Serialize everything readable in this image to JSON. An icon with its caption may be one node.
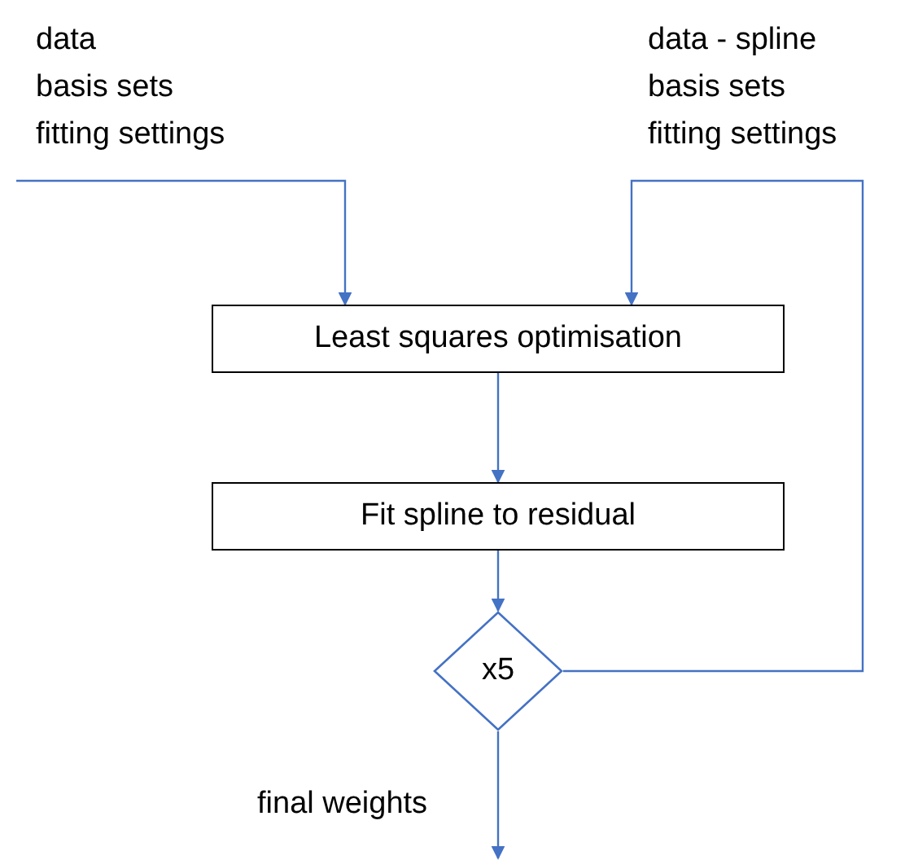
{
  "diagram": {
    "nodes": [
      {
        "text": [
          "Least squares optimisation"
        ]
      },
      {
        "text": [
          "Fit spline to residual"
        ]
      },
      {
        "text": [
          "x5"
        ]
      }
    ],
    "edges": [
      {
        "from": null,
        "to": 0,
        "arrow": "to"
      },
      {
        "from": 2,
        "to": 0,
        "arrow": "to"
      },
      {
        "from": 0,
        "to": 1,
        "arrow": "to"
      },
      {
        "from": 1,
        "to": 2,
        "arrow": "to"
      },
      {
        "from": 2,
        "to": null,
        "arrow": "to"
      }
    ],
    "labels": [
      "data",
      "data - spline",
      "basis sets",
      "basis sets",
      "fitting settings",
      "fitting settings",
      "final weights"
    ]
  }
}
